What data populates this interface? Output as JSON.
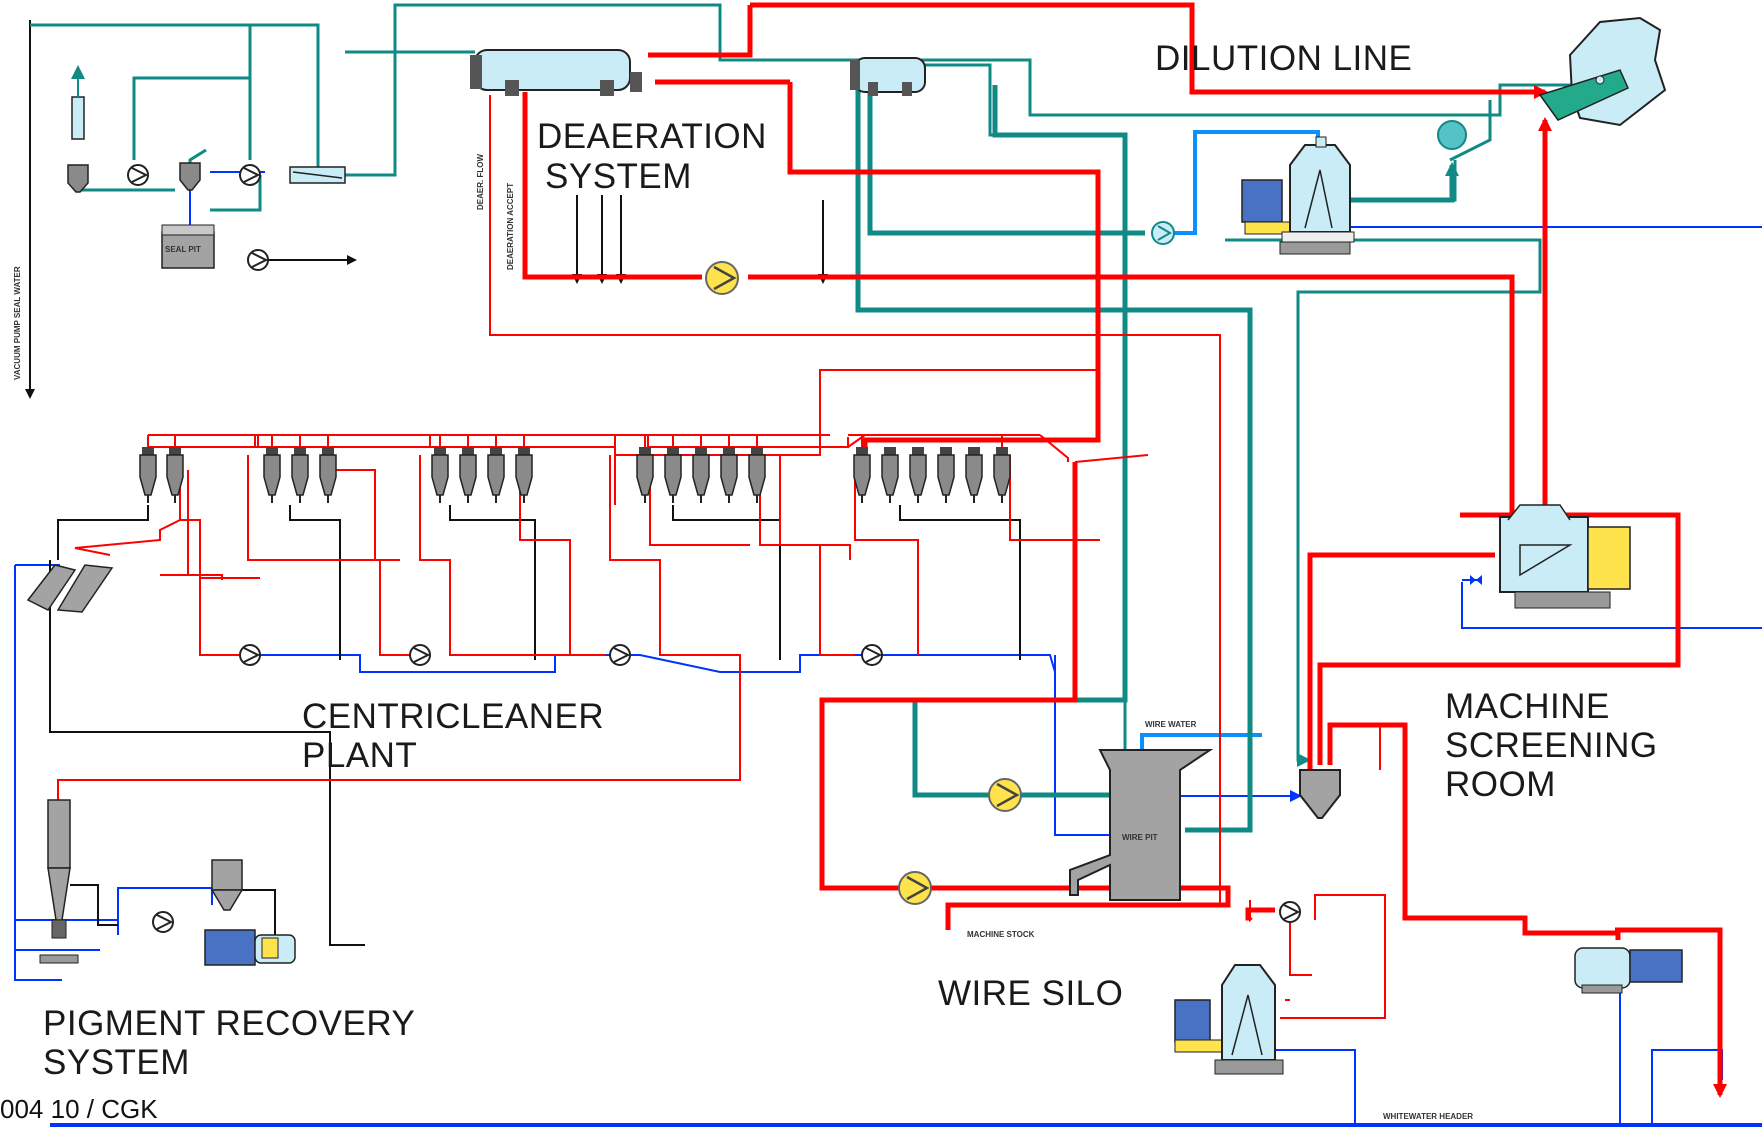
{
  "labels": {
    "dilution_line": "DILUTION LINE",
    "deaeration_1": "DEAERATION",
    "deaeration_2": "SYSTEM",
    "centricleaner_1": "CENTRICLEANER",
    "centricleaner_2": "PLANT",
    "machine_1": "MACHINE",
    "machine_2": "SCREENING",
    "machine_3": "ROOM",
    "wire_silo": "WIRE SILO",
    "pigment_1": "PIGMENT RECOVERY",
    "pigment_2": "SYSTEM",
    "footer": "004 10 / CGK"
  },
  "small_labels": {
    "vacuum_pump_water": "VACUUM PUMP SEAL WATER",
    "seal_pit": "SEAL PIT",
    "deaeration_overflow": "DEAER. FLOW",
    "deaeration_accept": "DEAERATION ACCEPT",
    "wire_water": "WIRE WATER",
    "wire_pit": "WIRE PIT",
    "machine_stock": "MACHINE STOCK",
    "white_water_header": "WHITEWATER HEADER"
  },
  "colors": {
    "stock_red": "#ff0000",
    "white_water_teal": "#108a84",
    "water_blue": "#0033ff",
    "light_blue": "#0a90ff",
    "black": "#111111",
    "pump_yellow": "#ffe34d",
    "equipment_blue": "#c9ecf7",
    "equipment_gray": "#a3a3a3"
  }
}
